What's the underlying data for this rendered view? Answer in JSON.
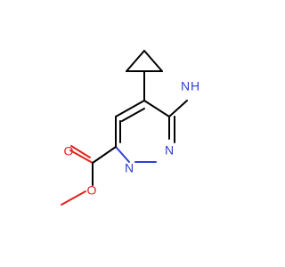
{
  "molecule": {
    "atom_colors": {
      "carbon": "#000000",
      "nitrogen": "#2b3fd6",
      "oxygen": "#e0221b"
    },
    "labels": {
      "amine_n": "N",
      "amine_h2": "H",
      "ring_n1": "N",
      "ring_n2": "N",
      "carbonyl_o": "O",
      "ester_o": "O"
    }
  }
}
